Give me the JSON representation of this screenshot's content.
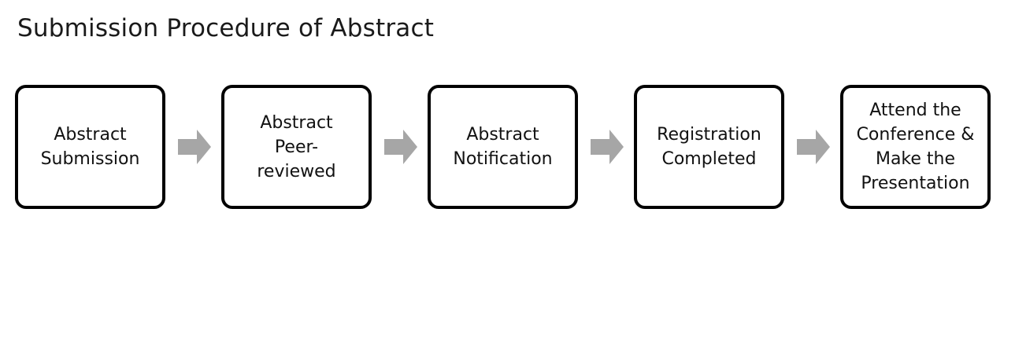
{
  "diagram": {
    "title": "Submission Procedure of Abstract",
    "steps": [
      {
        "lines": [
          "Abstract",
          "Submission"
        ]
      },
      {
        "lines": [
          "Abstract",
          "Peer-",
          "reviewed"
        ]
      },
      {
        "lines": [
          "Abstract",
          "Notification"
        ]
      },
      {
        "lines": [
          "Registration",
          "Completed"
        ]
      },
      {
        "lines": [
          "Attend the",
          "Conference &",
          "Make the",
          "Presentation"
        ]
      }
    ],
    "colors": {
      "box_border": "#000000",
      "arrow_fill": "#a6a6a6"
    },
    "connector_icon": "right-arrow-icon"
  }
}
